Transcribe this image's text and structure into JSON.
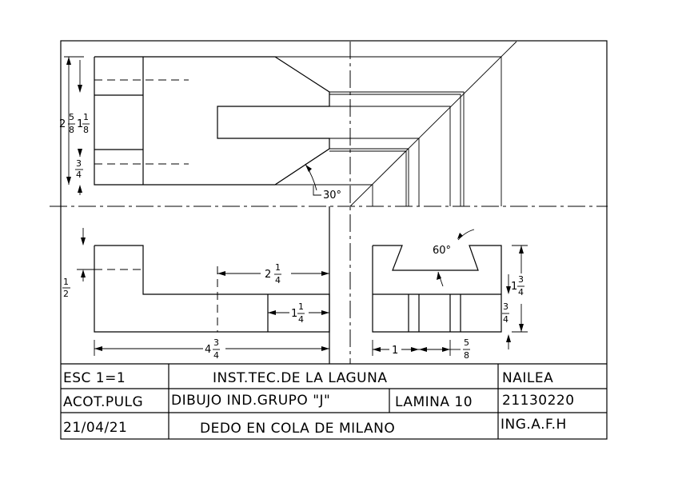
{
  "title_block": {
    "scale": "ESC 1=1",
    "institution": "INST.TEC.DE LA LAGUNA",
    "author": "NAILEA",
    "units": "ACOT.PULG",
    "subject": "DIBUJO IND.GRUPO \"J\"",
    "sheet": "LAMINA 10",
    "student_id": "21130220",
    "date": "21/04/21",
    "piece_name": "DEDO EN COLA DE MILANO",
    "instructor": "ING.A.F.H"
  },
  "dimensions": {
    "top_total": {
      "whole": "2",
      "num": "5",
      "den": "8"
    },
    "top_inner": {
      "whole": "1",
      "num": "1",
      "den": "8"
    },
    "top_small": {
      "whole": "",
      "num": "3",
      "den": "4"
    },
    "angle_top": "30°",
    "front_left_height": {
      "whole": "",
      "num": "1",
      "den": "2"
    },
    "front_inner_width": {
      "whole": "2",
      "num": "1",
      "den": "4"
    },
    "front_small_width": {
      "whole": "1",
      "num": "1",
      "den": "4"
    },
    "front_total_width": {
      "whole": "4",
      "num": "3",
      "den": "4"
    },
    "side_angle": "60°",
    "side_height": {
      "whole": "1",
      "num": "3",
      "den": "4"
    },
    "side_lower_height": {
      "whole": "",
      "num": "3",
      "den": "4"
    },
    "side_width": {
      "whole": "1",
      "num": "",
      "den": ""
    },
    "side_small": {
      "whole": "",
      "num": "5",
      "den": "8"
    }
  }
}
